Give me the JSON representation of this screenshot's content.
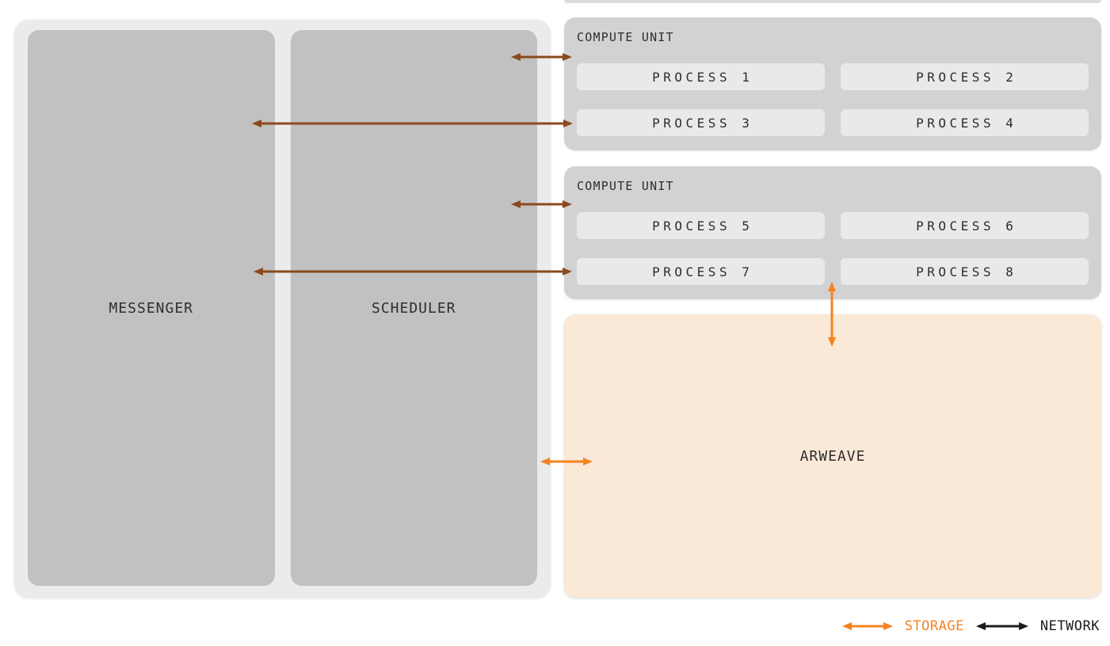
{
  "diagram": {
    "messenger": {
      "label": "MESSENGER"
    },
    "scheduler": {
      "label": "SCHEDULER"
    },
    "compute_units": [
      {
        "label": "COMPUTE UNIT",
        "processes": [
          "PROCESS 1",
          "PROCESS 2",
          "PROCESS 3",
          "PROCESS 4"
        ]
      },
      {
        "label": "COMPUTE UNIT",
        "processes": [
          "PROCESS 5",
          "PROCESS 6",
          "PROCESS 7",
          "PROCESS 8"
        ]
      }
    ],
    "arweave": {
      "label": "ARWEAVE"
    },
    "connections": [
      {
        "type": "network",
        "from": "scheduler",
        "to": "compute-unit-1"
      },
      {
        "type": "network",
        "from": "messenger",
        "to": "compute-unit-1-process-3"
      },
      {
        "type": "network",
        "from": "scheduler",
        "to": "compute-unit-2"
      },
      {
        "type": "network",
        "from": "messenger",
        "to": "compute-unit-2-process-7"
      },
      {
        "type": "storage",
        "from": "messenger-scheduler-container",
        "to": "arweave"
      },
      {
        "type": "storage",
        "from": "compute-unit-2",
        "to": "arweave"
      }
    ]
  },
  "legend": {
    "storage": {
      "label": "STORAGE"
    },
    "network": {
      "label": "NETWORK"
    }
  },
  "colors": {
    "storage_orange": "#F5831F",
    "network_brown": "#8A4A1D",
    "legend_network_black": "#1C1C1C",
    "arweave_bg": "#FBE9D8",
    "container_light_gray": "#EBEBEB",
    "inner_box_gray": "#C1C1C1",
    "compute_unit_gray": "#D2D2D2",
    "process_box_gray": "#E9E9E9",
    "text_dark": "#2D2D2D"
  }
}
